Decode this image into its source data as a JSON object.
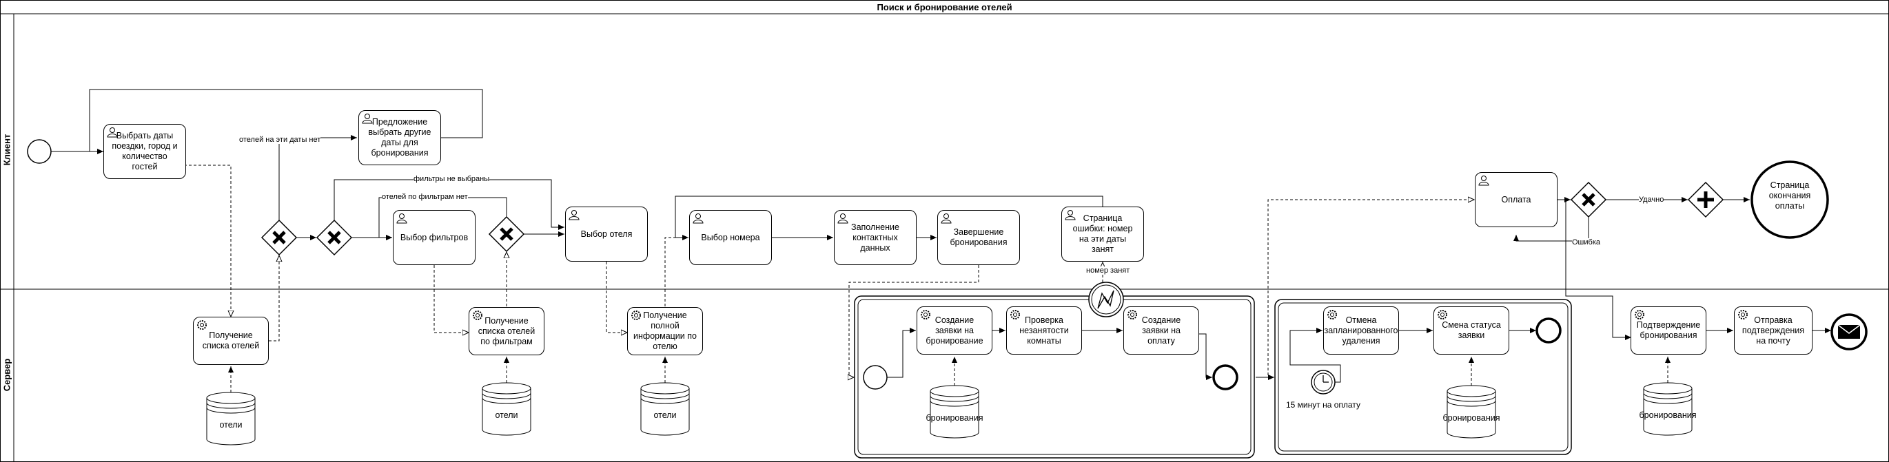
{
  "pool": {
    "title": "Поиск и бронирование отелей"
  },
  "lanes": {
    "client": "Клиент",
    "server": "Сервер"
  },
  "tasks": {
    "choose_dates": "Выбрать даты поездки, город и количество гостей",
    "suggest_other_dates": "Предложение выбрать другие даты для бронирования",
    "choose_filters": "Выбор фильтров",
    "choose_hotel": "Выбор отеля",
    "choose_room": "Выбор номера",
    "fill_contacts": "Заполнение контактных данных",
    "finish_booking": "Завершение бронирования",
    "error_page": "Страница ошибки: номер на эти даты занят",
    "payment": "Оплата",
    "end_page": "Страница окончания оплаты",
    "get_hotels": "Получение списка отелей",
    "get_hotels_filtered": "Получение списка отелей по фильтрам",
    "get_hotel_info": "Получение полной информации по отелю",
    "create_booking": "Создание заявки на бронирование",
    "check_rooms": "Проверка незанятости комнаты",
    "create_payment": "Создание заявки на оплату",
    "cancel_deletion": "Отмена запланированного удаления",
    "change_status": "Смена статуса заявки",
    "confirm_booking": "Подтверждение бронирования",
    "send_email": "Отправка подтверждения на почту"
  },
  "datastores": {
    "hotels1": "отели",
    "hotels2": "отели",
    "hotels3": "отели",
    "bookings1": "бронирования",
    "bookings2": "бронирования",
    "bookings3": "бронирования"
  },
  "flow_labels": {
    "no_hotels_dates": "отелей на эти даты нет",
    "filters_not_selected": "фильтры не выбраны",
    "no_hotels_filters": "отелей по фильтрам нет",
    "room_taken": "номер занят",
    "success": "Удачно",
    "error": "Ошибка"
  },
  "timer": {
    "label": "15 минут на оплату"
  }
}
